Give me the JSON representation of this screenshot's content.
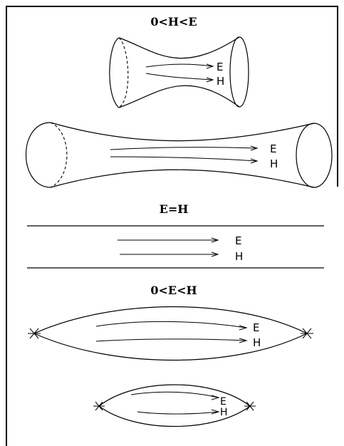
{
  "panels": {
    "hyperbolic": {
      "heading": "0<H<E",
      "short_tube": {
        "label_e": "E",
        "label_h": "H"
      },
      "long_tube": {
        "label_e": "E",
        "label_h": "H"
      }
    },
    "flat": {
      "heading": "E=H",
      "label_e": "E",
      "label_h": "H"
    },
    "spherical": {
      "heading": "0<E<H",
      "large_lens": {
        "label_e": "E",
        "label_h": "H"
      },
      "small_lens": {
        "label_e": "E",
        "label_h": "H"
      }
    }
  }
}
